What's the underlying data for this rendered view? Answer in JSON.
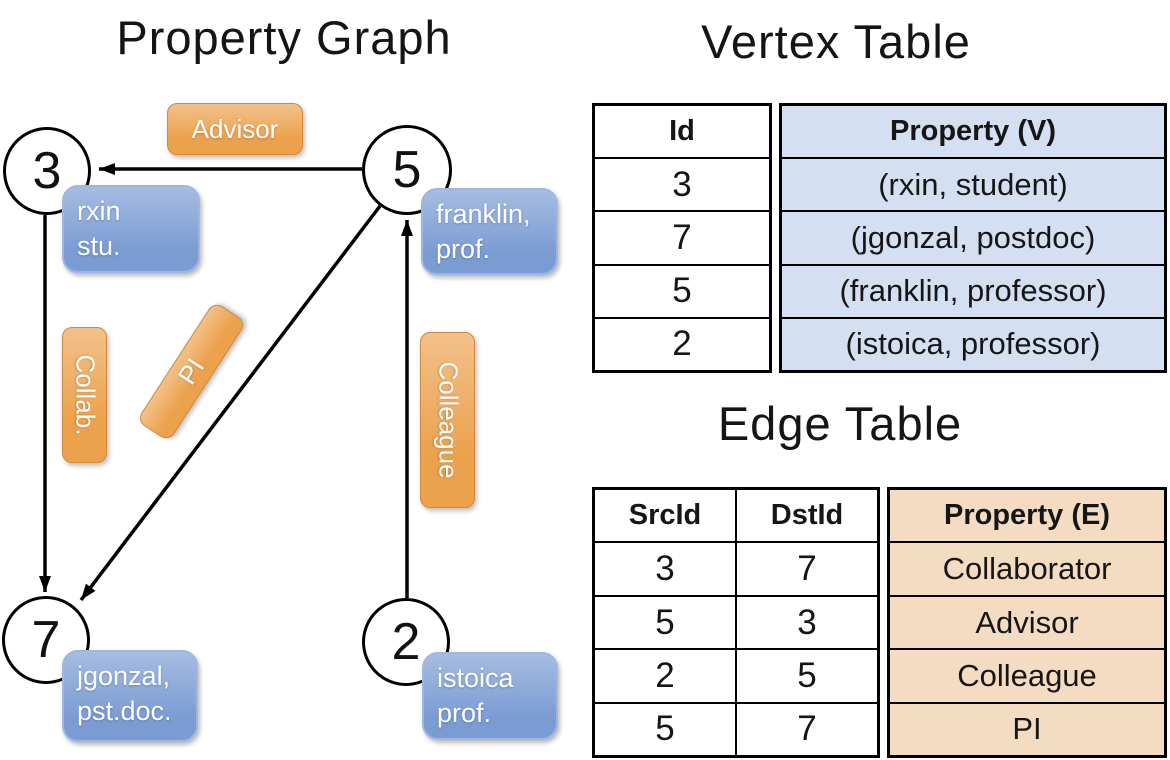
{
  "colors": {
    "edge_label_fill": "#ECA14D",
    "node_box_fill": "#7B9CD3",
    "vertex_property_fill": "#D5DFF2",
    "edge_property_fill": "#F4DCC3"
  },
  "graph": {
    "title": "Property Graph",
    "nodes": {
      "n3": {
        "id": "3",
        "prop_line1": "rxin",
        "prop_line2": "stu."
      },
      "n5": {
        "id": "5",
        "prop_line1": "franklin,",
        "prop_line2": "prof."
      },
      "n7": {
        "id": "7",
        "prop_line1": "jgonzal,",
        "prop_line2": "pst.doc."
      },
      "n2": {
        "id": "2",
        "prop_line1": "istoica",
        "prop_line2": "prof."
      }
    },
    "edge_labels": {
      "advisor": "Advisor",
      "collab": "Collab.",
      "pi": "PI",
      "colleague": "Colleague"
    }
  },
  "vertex_table": {
    "title": "Vertex Table",
    "headers": {
      "id": "Id",
      "property": "Property (V)"
    },
    "rows": [
      {
        "id": "3",
        "property": "(rxin, student)"
      },
      {
        "id": "7",
        "property": "(jgonzal, postdoc)"
      },
      {
        "id": "5",
        "property": "(franklin, professor)"
      },
      {
        "id": "2",
        "property": "(istoica, professor)"
      }
    ]
  },
  "edge_table": {
    "title": "Edge Table",
    "headers": {
      "src": "SrcId",
      "dst": "DstId",
      "property": "Property (E)"
    },
    "rows": [
      {
        "src": "3",
        "dst": "7",
        "property": "Collaborator"
      },
      {
        "src": "5",
        "dst": "3",
        "property": "Advisor"
      },
      {
        "src": "2",
        "dst": "5",
        "property": "Colleague"
      },
      {
        "src": "5",
        "dst": "7",
        "property": "PI"
      }
    ]
  }
}
